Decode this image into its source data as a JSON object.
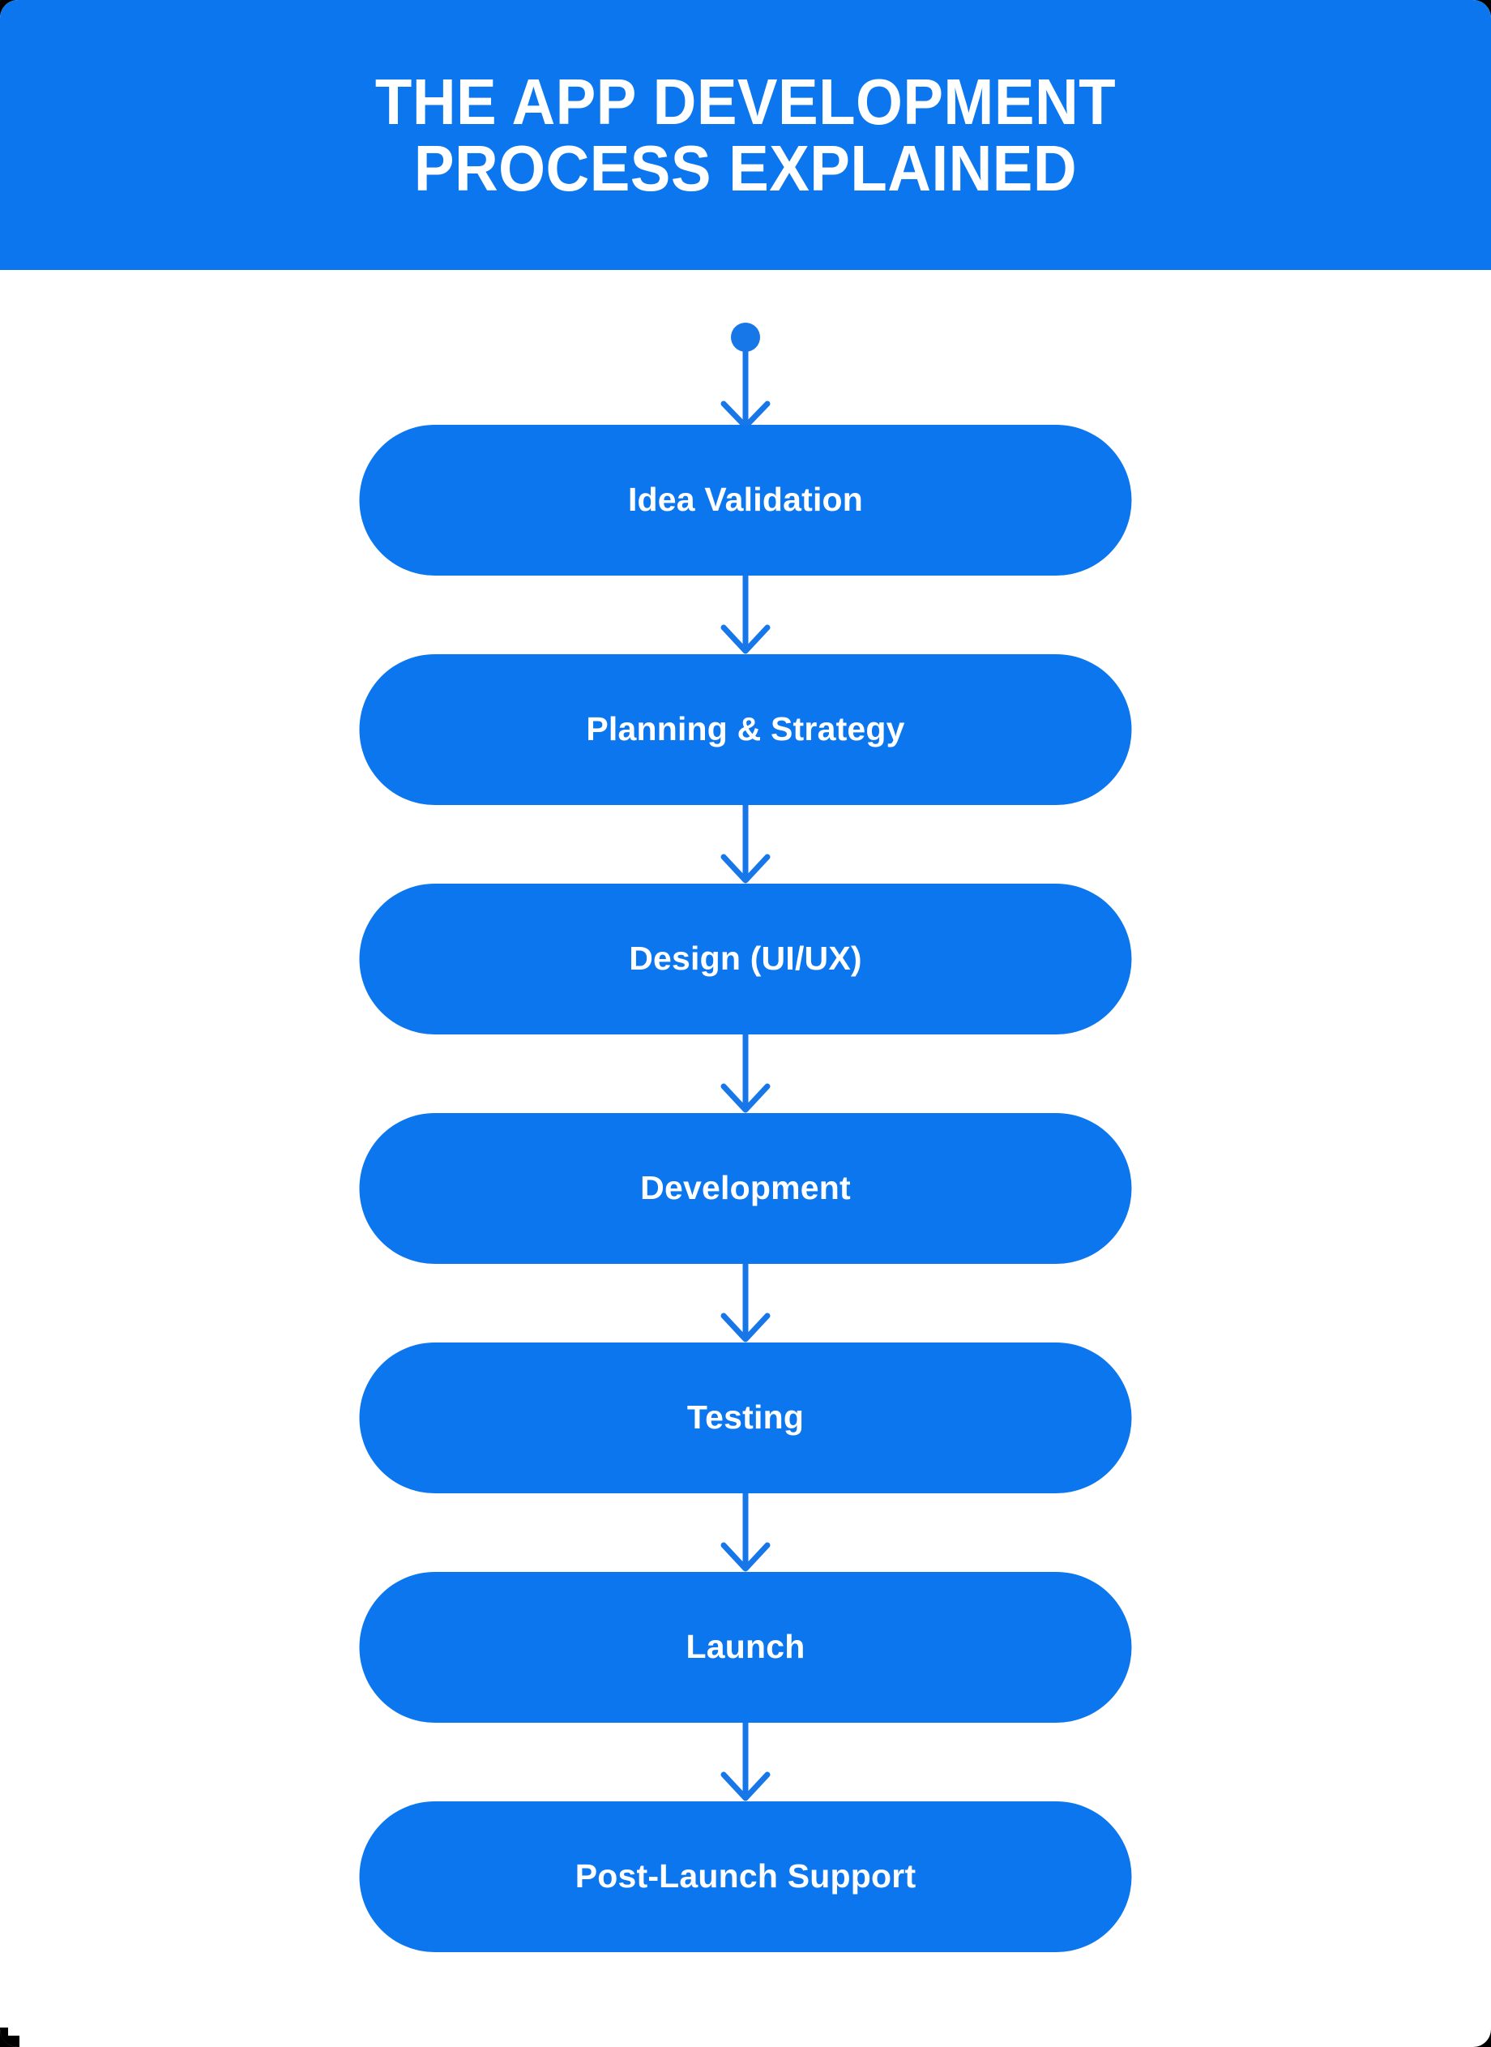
{
  "page": {
    "background_color": "#000000",
    "card_background": "#ffffff",
    "accent_color": "#0B76EE",
    "arrow_color": "#1877E8",
    "text_on_accent": "#ffffff"
  },
  "header": {
    "title_line1": "THE APP DEVELOPMENT",
    "title_line2": "PROCESS EXPLAINED",
    "title_full": "THE APP DEVELOPMENT PROCESS EXPLAINED"
  },
  "flow": {
    "start_marker": "start-dot",
    "connector_icon": "arrow-down-icon",
    "steps": [
      {
        "index": 1,
        "label": "Idea Validation"
      },
      {
        "index": 2,
        "label": "Planning & Strategy"
      },
      {
        "index": 3,
        "label": "Design (UI/UX)"
      },
      {
        "index": 4,
        "label": "Development"
      },
      {
        "index": 5,
        "label": "Testing"
      },
      {
        "index": 6,
        "label": "Launch"
      },
      {
        "index": 7,
        "label": "Post-Launch Support"
      }
    ]
  }
}
